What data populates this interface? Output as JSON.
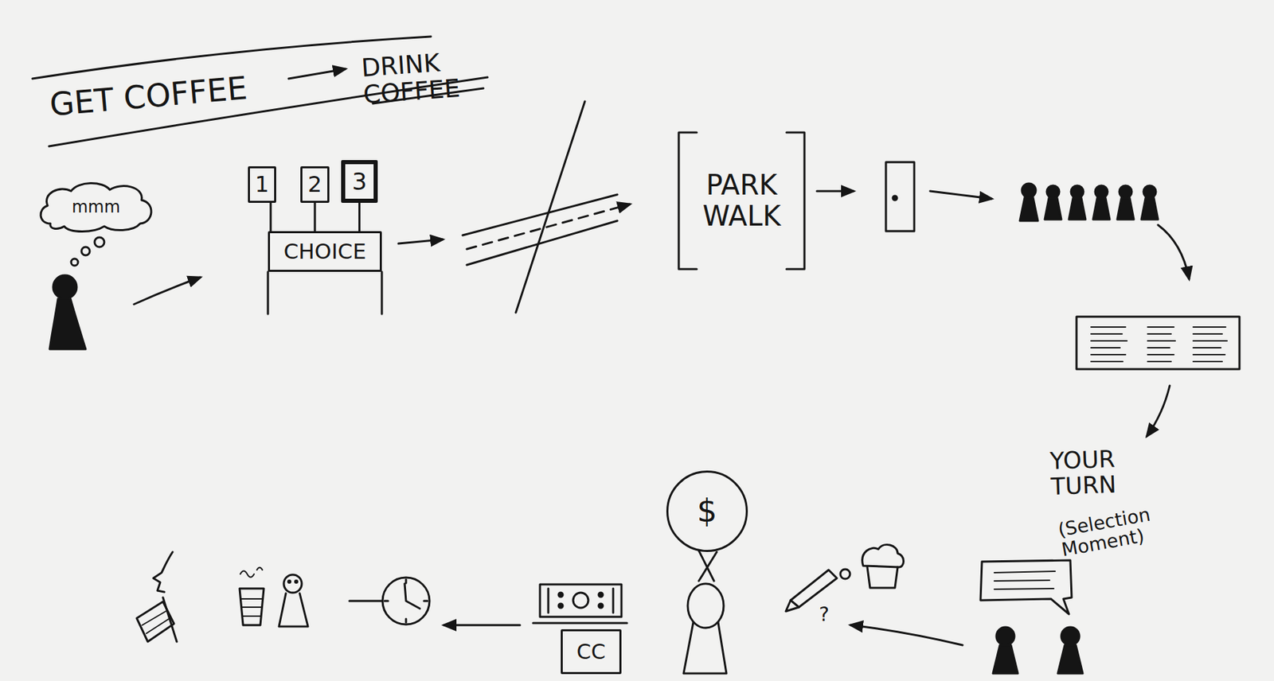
{
  "diagram": {
    "nodes": [
      {
        "text": [
          "mmm"
        ]
      },
      {
        "text": [
          "1"
        ]
      },
      {
        "text": [
          "2"
        ]
      },
      {
        "text": [
          "3"
        ]
      },
      {
        "text": [
          "CHOICE"
        ]
      },
      {
        "text": [
          "PARK WALK"
        ]
      },
      {
        "text": [
          "$"
        ]
      },
      {
        "text": [
          "CC"
        ]
      }
    ],
    "edges": [
      {
        "from": 1,
        "to": 4,
        "arrow": "none"
      },
      {
        "from": 2,
        "to": 4,
        "arrow": "none"
      },
      {
        "from": 3,
        "to": 4,
        "arrow": "none"
      }
    ],
    "labels": [
      "GET COFFEE",
      "DRINK COFFEE",
      "YOUR TURN",
      "(Selection Moment)",
      "?"
    ]
  }
}
